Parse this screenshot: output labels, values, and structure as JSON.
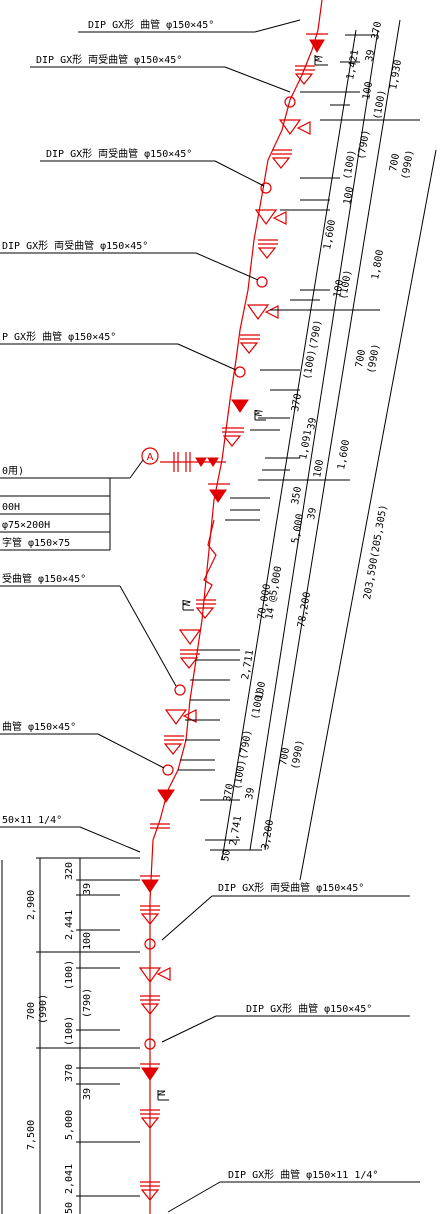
{
  "callouts": [
    "DIP GX形 曲管 φ150×45°",
    "DIP GX形 両受曲管 φ150×45°",
    "DIP GX形 両受曲管 φ150×45°",
    "DIP GX形 両受曲管 φ150×45°",
    "P GX形 曲管 φ150×45°",
    "受曲管 φ150×45°",
    "曲管 φ150×45°",
    "50×11 1/4°",
    "DIP GX形 両受曲管 φ150×45°",
    "DIP GX形 曲管 φ150×45°",
    "DIP GX形 曲管 φ150×11 1/4°"
  ],
  "legend_box": {
    "title": "0用)",
    "row1": "00H",
    "row2": "φ75×200H",
    "row3": "字管 φ150×75"
  },
  "marker": "A",
  "joint_marks": [
    "M",
    "M",
    "N",
    "N"
  ],
  "dims_upper_seg": [
    "370",
    "39",
    "1,421",
    "100",
    "(100)",
    "(790)",
    "(100)",
    "100",
    "1,600",
    "(100)",
    "100",
    "(790)",
    "(100)",
    "370",
    "39",
    "1,091",
    "100",
    "350",
    "39",
    "5,000",
    "70,000",
    "14 @5,000",
    "2,711",
    "100",
    "(100)",
    "(790)",
    "(100)",
    "370",
    "39",
    "2,741",
    "50"
  ],
  "dims_upper_sum": [
    "1,930",
    "700",
    "(990)",
    "1,800",
    "700",
    "(990)",
    "1,600",
    "78,200",
    "700",
    "(990)",
    "3,200"
  ],
  "dims_upper_total": "203,590(205,305)",
  "dims_lower_seg": [
    "320",
    "39",
    "2,441",
    "100",
    "(100)",
    "(790)",
    "(100)",
    "370",
    "39",
    "5,000",
    "2,041",
    "50"
  ],
  "dims_lower_sum": [
    "2,900",
    "700",
    "(990)",
    "7,500"
  ]
}
